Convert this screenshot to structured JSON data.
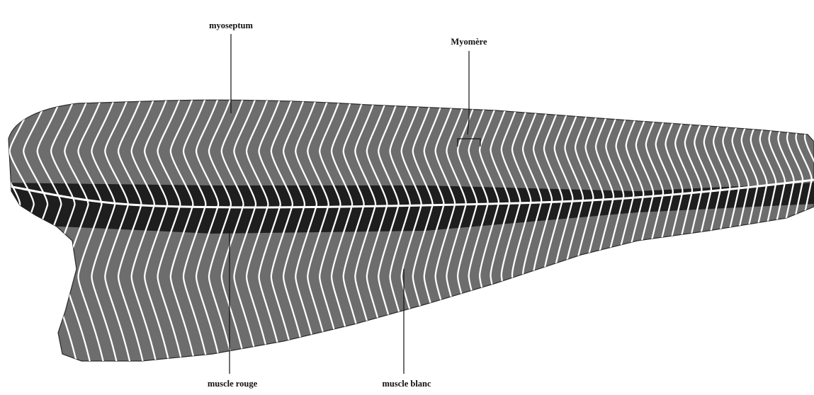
{
  "labels": {
    "myoseptum": "myoseptum",
    "myomere": "Myomère",
    "muscle_rouge": "muscle rouge",
    "muscle_blanc": "muscle blanc"
  },
  "colors": {
    "background": "#ffffff",
    "white_muscle": "#6d6d6d",
    "red_muscle": "#1e1e1e",
    "septum_lines": "#ffffff",
    "text": "#111111"
  }
}
